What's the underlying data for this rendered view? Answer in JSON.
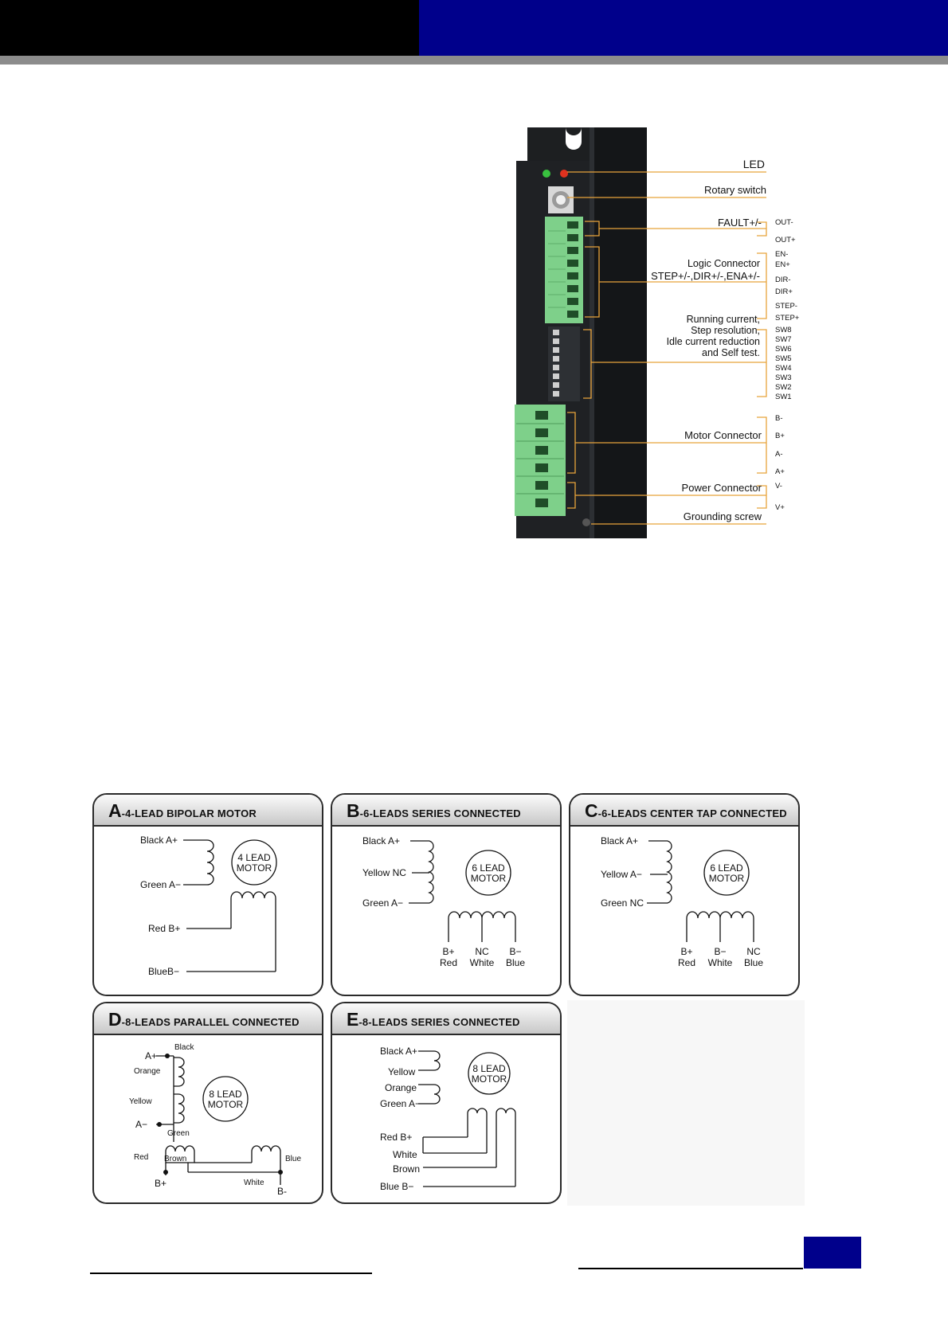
{
  "colors": {
    "header_black": "#000000",
    "header_navy": "#00008B",
    "header_grey": "#8C8C8C",
    "callout_orange": "#E8A33B",
    "connector_green": "#7ED08A",
    "driver_body": "#1A1C1E"
  },
  "driver_labels": {
    "led": "LED",
    "rotary_switch": "Rotary  switch",
    "fault": "FAULT+/-",
    "out_minus": "OUT-",
    "out_plus": "OUT+",
    "logic_connector_1": "Logic Connector",
    "logic_connector_2": "STEP+/-,DIR+/-,ENA+/-",
    "en_minus": "EN-",
    "en_plus": "EN+",
    "dir_minus": "DIR-",
    "dir_plus": "DIR+",
    "step_minus": "STEP-",
    "step_plus": "STEP+",
    "dip_1": "Running current,",
    "dip_2": "Step resolution,",
    "dip_3": "Idle current reduction",
    "dip_4": "and Self test.",
    "sw8": "SW8",
    "sw7": "SW7",
    "sw6": "SW6",
    "sw5": "SW5",
    "sw4": "SW4",
    "sw3": "SW3",
    "sw2": "SW2",
    "sw1": "SW1",
    "motor_connector": "Motor Connector",
    "b_minus": "B-",
    "b_plus": "B+",
    "a_minus": "A-",
    "a_plus": "A+",
    "power_connector": "Power Connector",
    "v_minus": "V-",
    "v_plus": "V+",
    "grounding_screw": "Grounding screw"
  },
  "wiring": {
    "A": {
      "letter": "A",
      "title": "-4-LEAD BIPOLAR MOTOR",
      "black_a_plus": "Black A+",
      "green_a_minus": "Green A−",
      "red_b_plus": "Red B+",
      "blue_b_minus": "BlueB−",
      "motor_1": "4 LEAD",
      "motor_2": "MOTOR"
    },
    "B": {
      "letter": "B",
      "title": "-6-LEADS SERIES CONNECTED",
      "black_a_plus": "Black A+",
      "yellow_nc": "Yellow NC",
      "green_a_minus": "Green A−",
      "b_plus": "B+",
      "nc": "NC",
      "b_minus": "B−",
      "red": "Red",
      "white": "White",
      "blue": "Blue",
      "motor_1": "6 LEAD",
      "motor_2": "MOTOR"
    },
    "C": {
      "letter": "C",
      "title": "-6-LEADS CENTER TAP CONNECTED",
      "black_a_plus": "Black A+",
      "yellow_a_minus": "Yellow A−",
      "green_nc": "Green NC",
      "b_plus": "B+",
      "b_minus": "B−",
      "nc": "NC",
      "red": "Red",
      "white": "White",
      "blue": "Blue",
      "motor_1": "6 LEAD",
      "motor_2": "MOTOR"
    },
    "D": {
      "letter": "D",
      "title": "-8-LEADS PARALLEL CONNECTED",
      "a_plus": "A+",
      "black": "Black",
      "orange": "Orange",
      "yellow": "Yellow",
      "a_minus": "A−",
      "green": "Green",
      "red": "Red",
      "brown": "Brown",
      "blue": "Blue",
      "b_plus": "B+",
      "white": "White",
      "b_minus": "B-",
      "motor_1": "8 LEAD",
      "motor_2": "MOTOR"
    },
    "E": {
      "letter": "E",
      "title": "-8-LEADS SERIES CONNECTED",
      "black_a_plus": "Black A+",
      "yellow": "Yellow",
      "orange": "Orange",
      "green_a_minus": "Green A−",
      "red_b_plus": "Red B+",
      "white": "White",
      "brown": "Brown",
      "blue_b_minus": "Blue B−",
      "motor_1": "8 LEAD",
      "motor_2": "MOTOR"
    }
  }
}
